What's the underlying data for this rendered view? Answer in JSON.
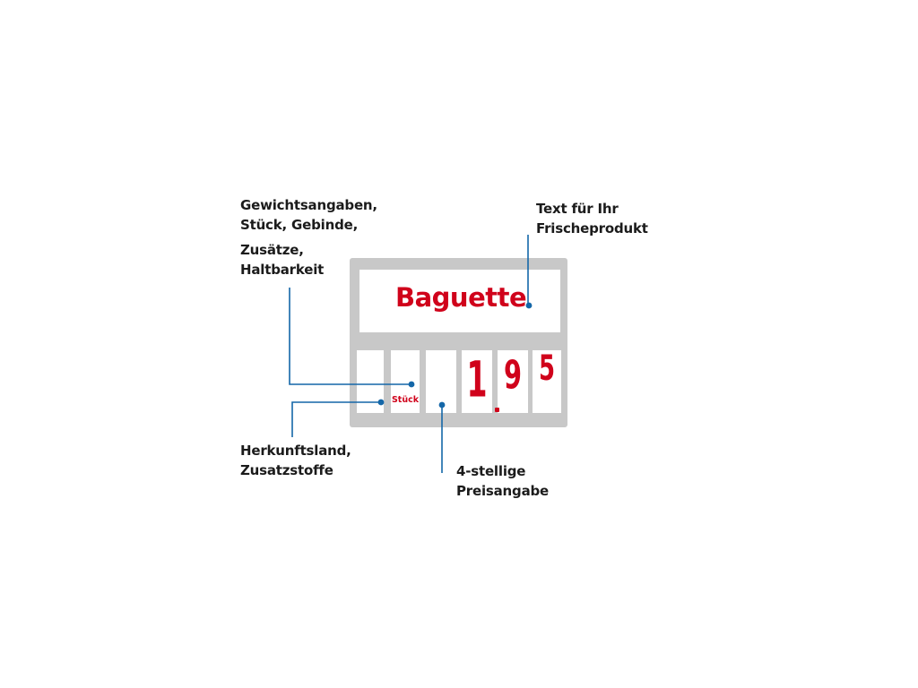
{
  "callouts": {
    "weight": [
      "Gewichtsangaben,",
      "Stück, Gebinde,",
      "Zusätze,",
      "Haltbarkeit"
    ],
    "product_text": [
      "Text für Ihr",
      "Frischeprodukt"
    ],
    "origin": [
      "Herkunftsland,",
      "Zusatzstoffe"
    ],
    "price": [
      "4-stellige",
      "Preisangabe"
    ]
  },
  "sign": {
    "product_name": "Baguette",
    "unit_label": "Stück",
    "price_digits": [
      "1",
      "9",
      "5"
    ]
  },
  "colors": {
    "accent_red": "#d0021b",
    "leader_blue": "#1467a8",
    "frame_gray": "#c8c8c8",
    "text_dark": "#1b1b1b"
  }
}
